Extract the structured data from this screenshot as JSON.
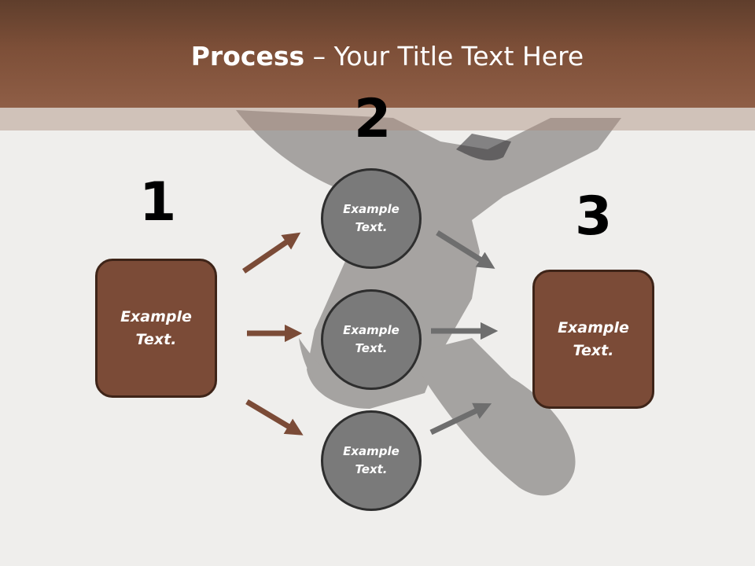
{
  "slide": {
    "title_bold": "Process",
    "title_rest": " – Your Title Text Here"
  },
  "steps": [
    {
      "number": "1",
      "label": "Example\nText."
    },
    {
      "number": "2",
      "labels": [
        "Example\nText.",
        "Example\nText.",
        "Example\nText."
      ]
    },
    {
      "number": "3",
      "label": "Example\nText."
    }
  ],
  "colors": {
    "title_band": "#7d4f38",
    "box_fill": "#7b4b37",
    "circle_fill": "#7a7a7a",
    "arrow_brown": "#7b4b37",
    "arrow_gray": "#6e6e6e"
  }
}
